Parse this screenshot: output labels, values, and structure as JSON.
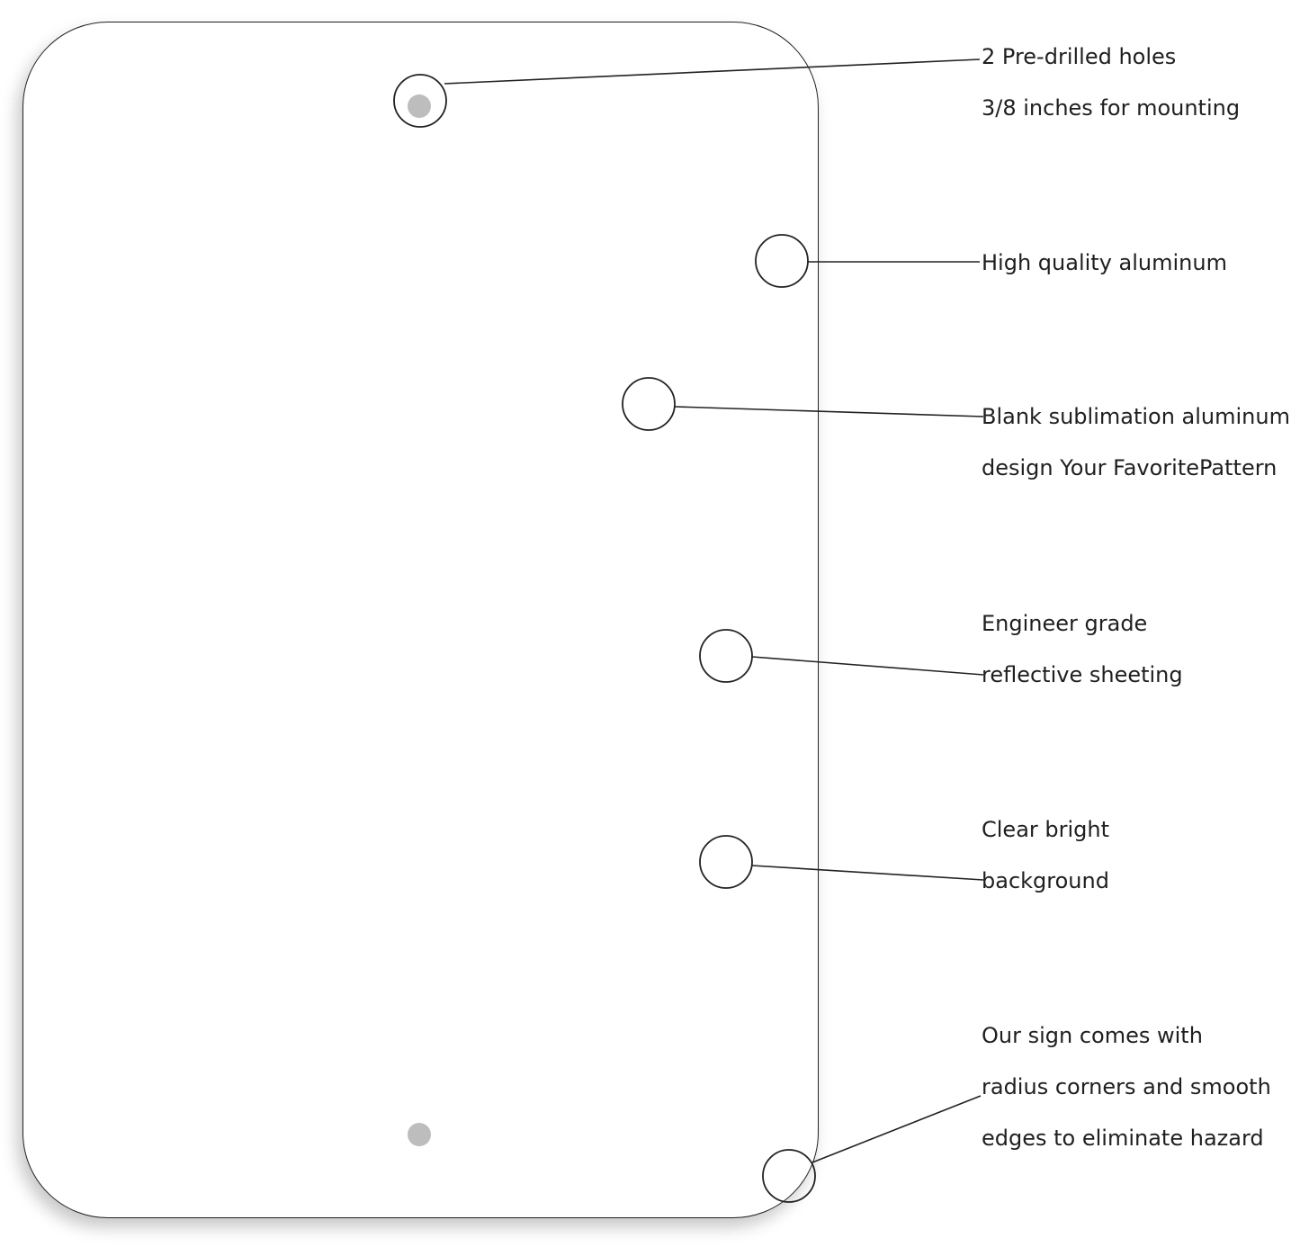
{
  "colors": {
    "outline": "#222222",
    "hole_fill": "#bdbdbd",
    "text": "#1f1f1f",
    "background": "#ffffff"
  },
  "callouts": [
    {
      "id": "mounting-holes",
      "lines": [
        "2 Pre-drilled holes",
        "3/8 inches for mounting"
      ]
    },
    {
      "id": "aluminum",
      "lines": [
        "High quality aluminum"
      ]
    },
    {
      "id": "sublimation",
      "lines": [
        "Blank sublimation aluminum",
        "design Your FavoritePattern"
      ]
    },
    {
      "id": "reflective",
      "lines": [
        "Engineer grade",
        "reflective sheeting"
      ]
    },
    {
      "id": "background",
      "lines": [
        "Clear bright",
        "background"
      ]
    },
    {
      "id": "corners",
      "lines": [
        "Our sign comes with",
        "radius corners and smooth",
        "edges to eliminate hazard"
      ]
    }
  ]
}
